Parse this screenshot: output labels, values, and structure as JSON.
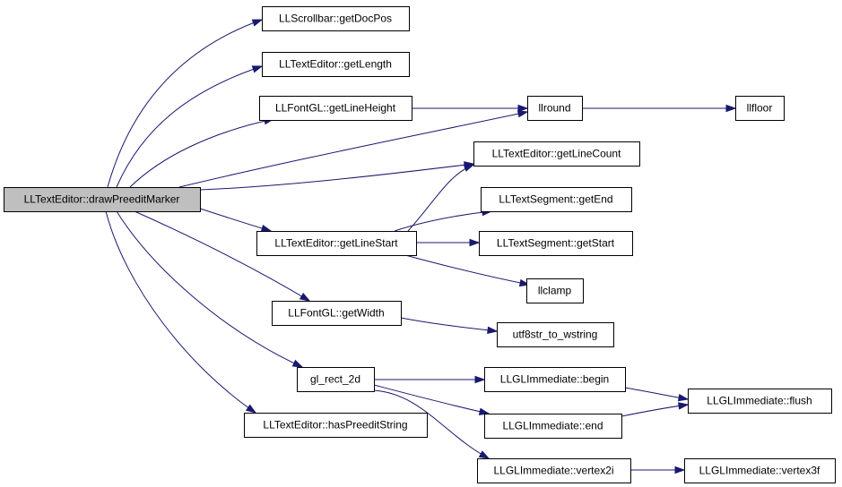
{
  "diagram": {
    "colors": {
      "edge": "#191970",
      "root_fill": "#bfbfbf",
      "node_fill": "#ffffff",
      "node_border": "#000000"
    },
    "nodes": [
      {
        "id": "drawPreeditMarker",
        "label": "LLTextEditor::drawPreeditMarker",
        "root": true
      },
      {
        "id": "getDocPos",
        "label": "LLScrollbar::getDocPos"
      },
      {
        "id": "getLength",
        "label": "LLTextEditor::getLength"
      },
      {
        "id": "getLineHeight",
        "label": "LLFontGL::getLineHeight"
      },
      {
        "id": "llround",
        "label": "llround"
      },
      {
        "id": "llfloor",
        "label": "llfloor"
      },
      {
        "id": "getLineCount",
        "label": "LLTextEditor::getLineCount"
      },
      {
        "id": "getEnd",
        "label": "LLTextSegment::getEnd"
      },
      {
        "id": "getLineStart",
        "label": "LLTextEditor::getLineStart"
      },
      {
        "id": "getStart",
        "label": "LLTextSegment::getStart"
      },
      {
        "id": "llclamp",
        "label": "llclamp"
      },
      {
        "id": "getWidth",
        "label": "LLFontGL::getWidth"
      },
      {
        "id": "utf8str",
        "label": "utf8str_to_wstring"
      },
      {
        "id": "gl_rect_2d",
        "label": "gl_rect_2d"
      },
      {
        "id": "begin",
        "label": "LLGLImmediate::begin"
      },
      {
        "id": "flush",
        "label": "LLGLImmediate::flush"
      },
      {
        "id": "end",
        "label": "LLGLImmediate::end"
      },
      {
        "id": "hasPreedit",
        "label": "LLTextEditor::hasPreeditString"
      },
      {
        "id": "vertex2i",
        "label": "LLGLImmediate::vertex2i"
      },
      {
        "id": "vertex3f",
        "label": "LLGLImmediate::vertex3f"
      }
    ],
    "edges": [
      {
        "from": "drawPreeditMarker",
        "to": "getDocPos"
      },
      {
        "from": "drawPreeditMarker",
        "to": "getLength"
      },
      {
        "from": "drawPreeditMarker",
        "to": "getLineHeight"
      },
      {
        "from": "drawPreeditMarker",
        "to": "llround"
      },
      {
        "from": "drawPreeditMarker",
        "to": "getLineCount"
      },
      {
        "from": "drawPreeditMarker",
        "to": "getLineStart"
      },
      {
        "from": "drawPreeditMarker",
        "to": "getWidth"
      },
      {
        "from": "drawPreeditMarker",
        "to": "gl_rect_2d"
      },
      {
        "from": "drawPreeditMarker",
        "to": "hasPreedit"
      },
      {
        "from": "getLineHeight",
        "to": "llround"
      },
      {
        "from": "llround",
        "to": "llfloor"
      },
      {
        "from": "getLineStart",
        "to": "getLineCount"
      },
      {
        "from": "getLineStart",
        "to": "getEnd"
      },
      {
        "from": "getLineStart",
        "to": "getStart"
      },
      {
        "from": "getLineStart",
        "to": "llclamp"
      },
      {
        "from": "getWidth",
        "to": "utf8str"
      },
      {
        "from": "gl_rect_2d",
        "to": "begin"
      },
      {
        "from": "gl_rect_2d",
        "to": "end"
      },
      {
        "from": "gl_rect_2d",
        "to": "vertex2i"
      },
      {
        "from": "begin",
        "to": "flush"
      },
      {
        "from": "end",
        "to": "flush"
      },
      {
        "from": "vertex2i",
        "to": "vertex3f"
      }
    ]
  }
}
